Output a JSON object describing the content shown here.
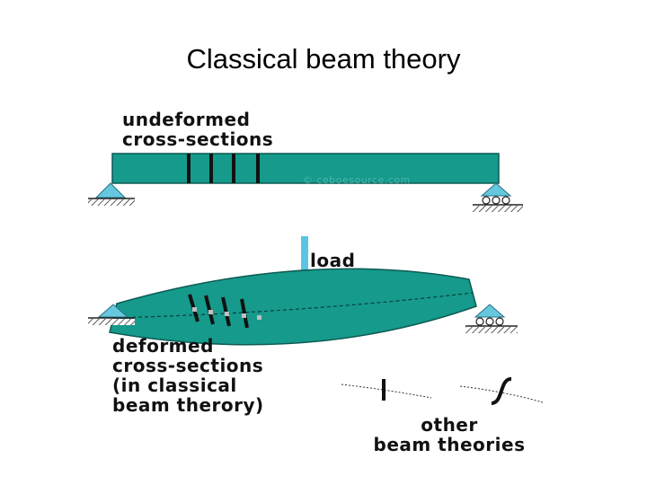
{
  "slide": {
    "title": "Classical beam theory"
  },
  "diagram": {
    "top_label": [
      "undeformed",
      "cross-sections"
    ],
    "load_label": "load",
    "bottom_label": [
      "deformed",
      "cross-sections",
      "(in classical",
      "beam therory)"
    ],
    "other_label": [
      "other",
      "beam theories"
    ],
    "watermark": "© ceboesource.com",
    "colors": {
      "beam": "#159a8c",
      "beam_outline": "#0d5a52",
      "support": "#66c8de",
      "load_arrow": "#5ac5e3",
      "section_lines": "#111111"
    }
  }
}
